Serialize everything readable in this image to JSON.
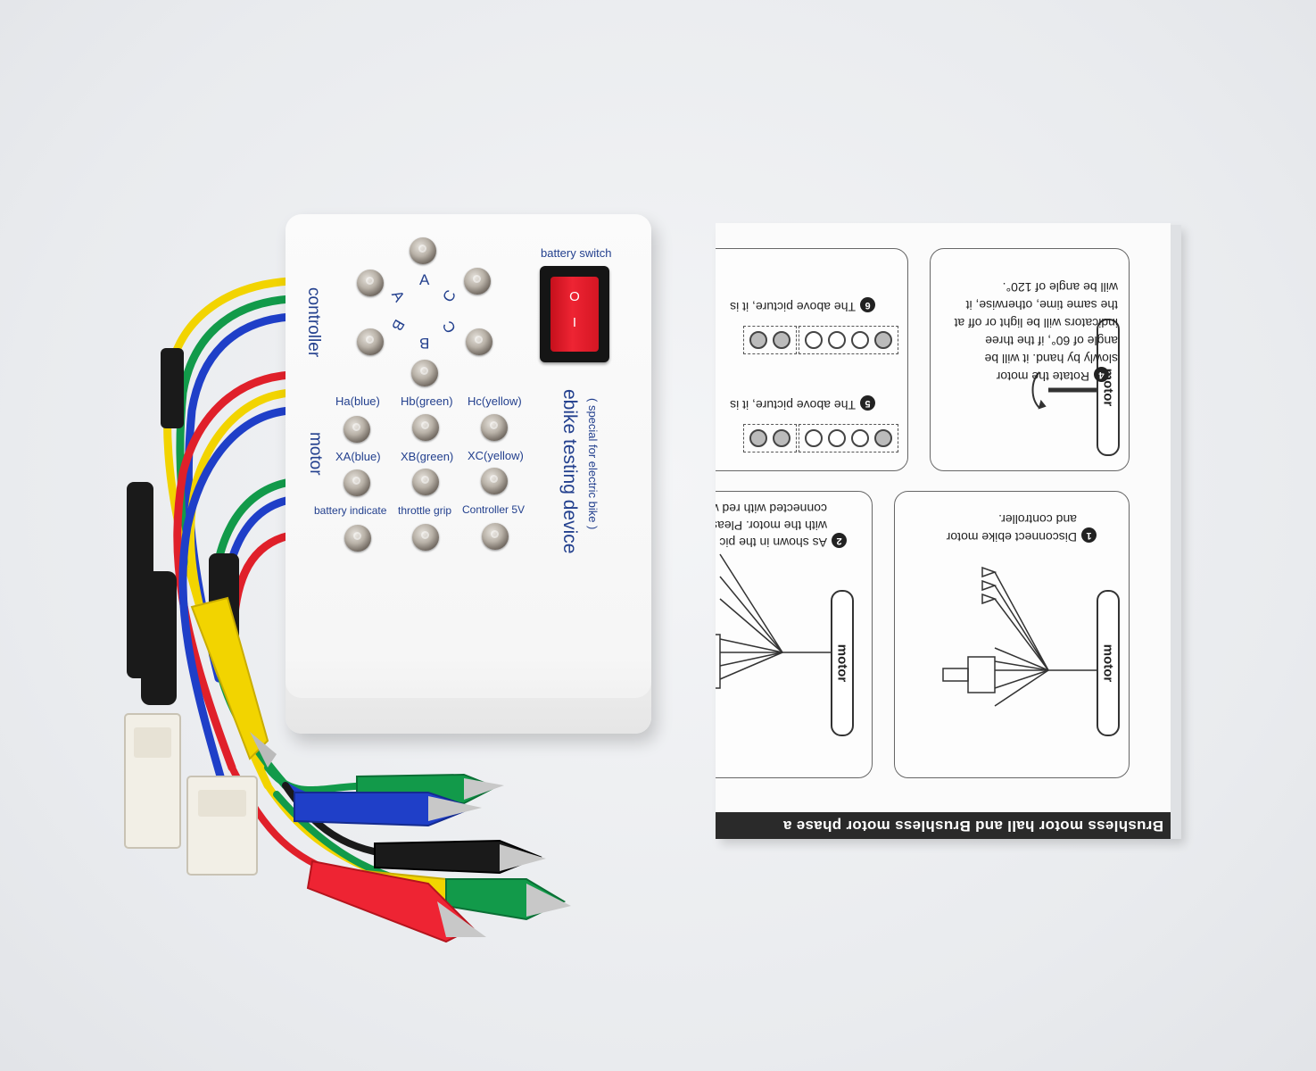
{
  "device": {
    "battery_switch_label": "battery switch",
    "switch_on_symbol": "O",
    "switch_off_symbol": "I",
    "controller_label": "controller",
    "motor_label": "motor",
    "title": "ebike testing device",
    "subtitle": "( special for electric bike )",
    "phase_letters": [
      "A",
      "A",
      "B",
      "B",
      "C",
      "C"
    ],
    "indicator_labels": {
      "ha": "Ha(blue)",
      "hb": "Hb(green)",
      "hc": "Hc(yellow)",
      "xa": "XA(blue)",
      "xb": "XB(green)",
      "xc": "XC(yellow)",
      "battery": "battery indicate",
      "throttle": "throttle grip",
      "controller5v": "Controller 5V"
    }
  },
  "manual": {
    "banner": "Brushless motor hall and Brushless motor phase a",
    "step1": [
      "Disconnect ebike motor",
      "and controller."
    ],
    "step2": [
      "As shown in the pic",
      "with the motor. Pleas",
      "connected with red wi"
    ],
    "step4": [
      "Rotate the motor",
      "slowly by hand. it will be",
      "angle of 60°, if the three",
      "indicators will be light or off at",
      "the same time, otherwise, it",
      "will be angle of 120°."
    ],
    "step5": "The above picture, it is",
    "step6": "The above picture, it is",
    "motor_label": "motor",
    "step_numbers": [
      "1",
      "2",
      "4",
      "5",
      "6"
    ]
  },
  "colors": {
    "label_blue": "#23408e",
    "rocker_red": "#ee2433",
    "wire_red": "#e0202a",
    "wire_yellow": "#f2d400",
    "wire_blue": "#1f3fc8",
    "wire_green": "#129a4a",
    "wire_black": "#1a1a1a"
  }
}
